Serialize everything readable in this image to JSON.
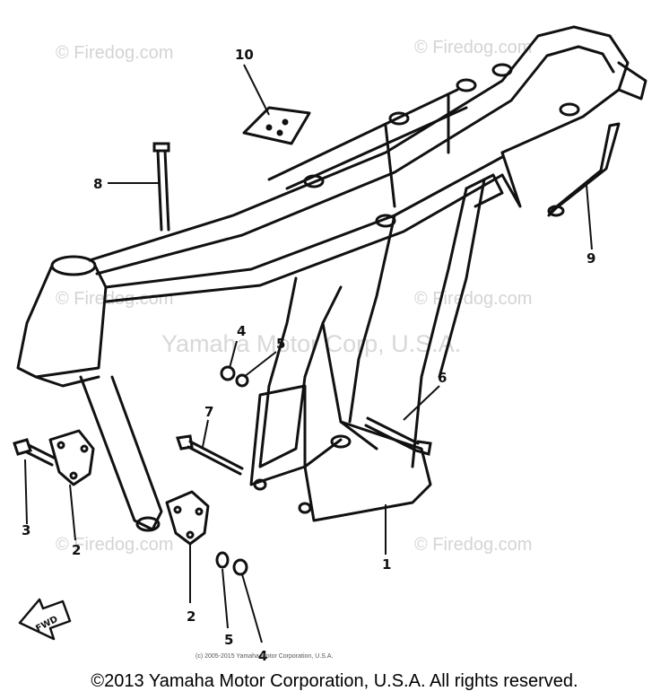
{
  "watermarks": {
    "site": "© Firedog.com",
    "corp": "Yamaha Motor Corp, U.S.A."
  },
  "callouts": [
    {
      "id": "callout-10",
      "text": "10"
    },
    {
      "id": "callout-8",
      "text": "8"
    },
    {
      "id": "callout-9",
      "text": "9"
    },
    {
      "id": "callout-4-upper",
      "text": "4"
    },
    {
      "id": "callout-5-upper",
      "text": "5"
    },
    {
      "id": "callout-7",
      "text": "7"
    },
    {
      "id": "callout-6",
      "text": "6"
    },
    {
      "id": "callout-3",
      "text": "3"
    },
    {
      "id": "callout-2-left",
      "text": "2"
    },
    {
      "id": "callout-2-lower",
      "text": "2"
    },
    {
      "id": "callout-5-lower",
      "text": "5"
    },
    {
      "id": "callout-4-lower",
      "text": "4"
    },
    {
      "id": "callout-1",
      "text": "1"
    }
  ],
  "fwd_label": "FWD",
  "small_copyright": "(c) 2005-2015 Yamaha Motor Corporation, U.S.A.",
  "footer_copyright": "©2013 Yamaha Motor Corporation, U.S.A. All rights reserved."
}
